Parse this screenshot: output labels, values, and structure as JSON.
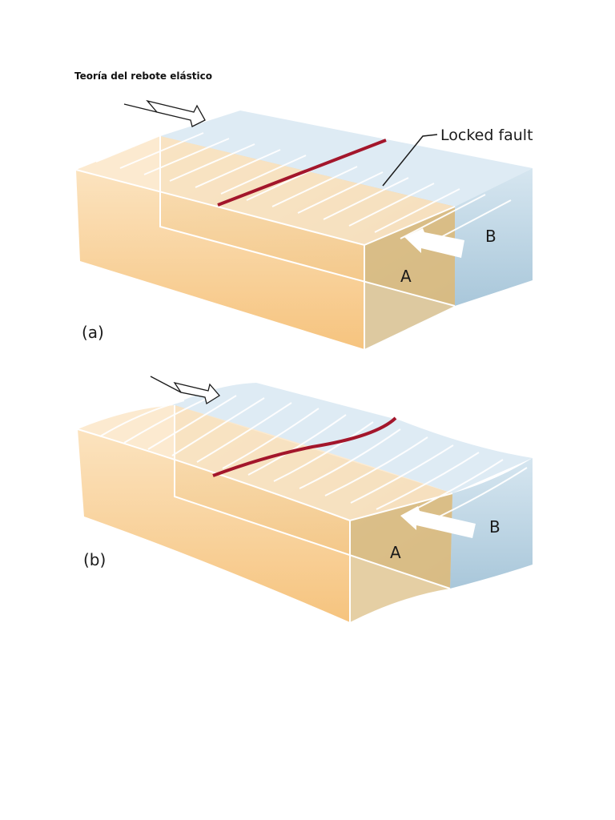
{
  "page": {
    "title": "Teoría del rebote elástico"
  },
  "panel_a": {
    "caption": "(a)",
    "fault_label": "Locked fault",
    "block_a_label": "A",
    "block_b_label": "B"
  },
  "panel_b": {
    "caption": "(b)",
    "block_a_label": "A",
    "block_b_label": "B"
  },
  "colors": {
    "block_a_front": "#f7c98a",
    "block_a_top": "#fbe6c8",
    "block_b_side": "#bcd6e6",
    "block_b_top": "#dceaf3",
    "fault_line": "#a3162b",
    "fault_plane": "#c9ab72",
    "grid_lines": "#ffffff"
  }
}
